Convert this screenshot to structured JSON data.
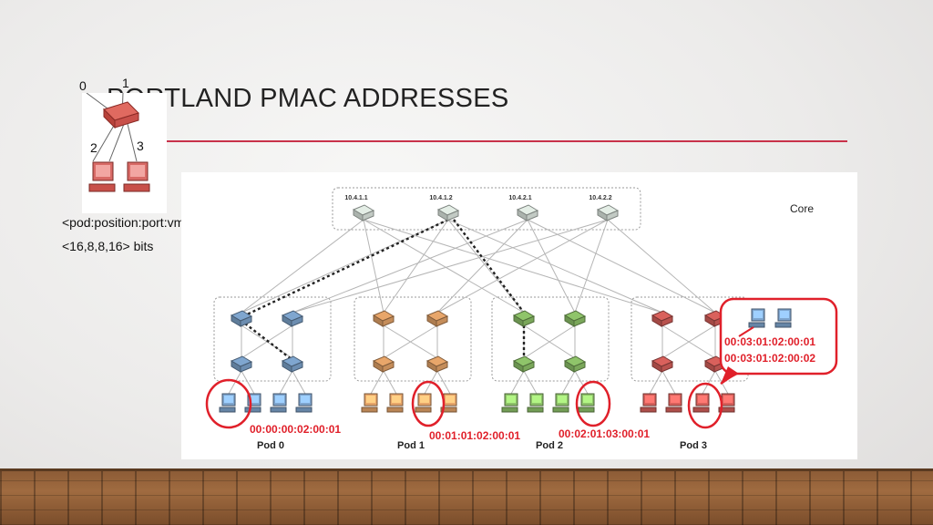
{
  "slide": {
    "title": "PORTLAND PMAC ADDRESSES",
    "format_line": "<pod:position:port:vmid>",
    "bits_line": "<16,8,8,16> bits"
  },
  "inset": {
    "port_labels": [
      "0",
      "1",
      "2",
      "3"
    ]
  },
  "diagram": {
    "core_label": "Core",
    "core_switches": [
      "10.4.1.1",
      "10.4.1.2",
      "10.4.2.1",
      "10.4.2.2"
    ],
    "pods": [
      "Pod 0",
      "Pod 1",
      "Pod 2",
      "Pod 3"
    ],
    "pmac_labels": [
      "00:00:00:02:00:01",
      "00:01:01:02:00:01",
      "00:02:01:03:00:01"
    ],
    "callout_labels": [
      "00:03:01:02:00:01",
      "00:03:01:02:00:02"
    ],
    "colors": {
      "pod0": "#7fa6cf",
      "pod1": "#e8a66a",
      "pod2": "#8fc46a",
      "pod3": "#d9615c",
      "highlight": "#e0202a",
      "accent_rule": "#c8324a"
    }
  }
}
